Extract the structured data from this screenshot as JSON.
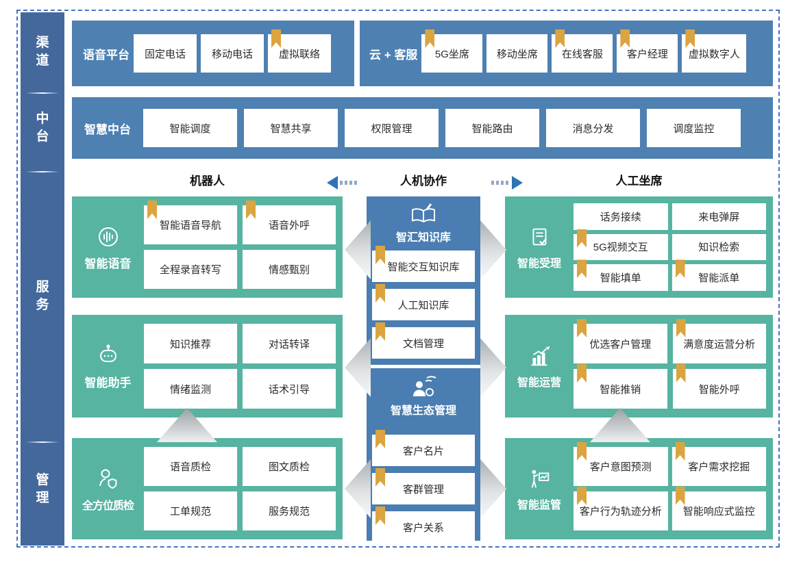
{
  "colors": {
    "sidebar_blue": "#44689C",
    "bar_blue": "#4E80B2",
    "block_blue": "#4A7DB1",
    "teal": "#56B4A1",
    "bookmark_gold": "#DBA440",
    "arrow_blue": "#2E74B5",
    "border_blue": "#4472C4"
  },
  "sidebar": {
    "items": [
      {
        "label": "渠道"
      },
      {
        "label": "中台"
      },
      {
        "label": "服务"
      },
      {
        "label": "管理"
      }
    ]
  },
  "channel_row": {
    "voice_platform": {
      "title": "语音平台",
      "items": [
        {
          "label": "固定电话",
          "flag": false
        },
        {
          "label": "移动电话",
          "flag": false
        },
        {
          "label": "虚拟联络",
          "flag": true
        }
      ]
    },
    "cloud_service": {
      "title": "云 + 客服",
      "items": [
        {
          "label": "5G坐席",
          "flag": true
        },
        {
          "label": "移动坐席",
          "flag": false
        },
        {
          "label": "在线客服",
          "flag": true
        },
        {
          "label": "客户经理",
          "flag": true
        },
        {
          "label": "虚拟数字人",
          "flag": true
        }
      ]
    }
  },
  "midplatform_row": {
    "title": "智慧中台",
    "items": [
      {
        "label": "智能调度"
      },
      {
        "label": "智慧共享"
      },
      {
        "label": "权限管理"
      },
      {
        "label": "智能路由"
      },
      {
        "label": "消息分发"
      },
      {
        "label": "调度监控"
      }
    ]
  },
  "collab_header": {
    "left": "机器人",
    "center": "人机协作",
    "right": "人工坐席"
  },
  "left_blocks": [
    {
      "title": "智能语音",
      "icon": "voice-icon",
      "items": [
        {
          "label": "智能语音导航",
          "flag": true
        },
        {
          "label": "语音外呼",
          "flag": true
        },
        {
          "label": "全程录音转写",
          "flag": false
        },
        {
          "label": "情感甄别",
          "flag": false
        }
      ]
    },
    {
      "title": "智能助手",
      "icon": "robot-icon",
      "items": [
        {
          "label": "知识推荐",
          "flag": false
        },
        {
          "label": "对话转译",
          "flag": false
        },
        {
          "label": "情绪监测",
          "flag": false
        },
        {
          "label": "话术引导",
          "flag": false
        }
      ]
    },
    {
      "title": "全方位质检",
      "icon": "quality-inspector-icon",
      "items": [
        {
          "label": "语音质检",
          "flag": false
        },
        {
          "label": "图文质检",
          "flag": false
        },
        {
          "label": "工单规范",
          "flag": false
        },
        {
          "label": "服务规范",
          "flag": false
        }
      ]
    }
  ],
  "middle_blocks": [
    {
      "title": "智汇知识库",
      "icon": "knowledge-book-icon",
      "items": [
        {
          "label": "智能交互知识库",
          "flag": true
        },
        {
          "label": "人工知识库",
          "flag": true
        },
        {
          "label": "文档管理",
          "flag": true
        }
      ]
    },
    {
      "title": "智慧生态管理",
      "icon": "ecosystem-person-icon",
      "items": [
        {
          "label": "客户名片",
          "flag": true
        },
        {
          "label": "客群管理",
          "flag": true
        },
        {
          "label": "客户关系",
          "flag": true
        }
      ]
    }
  ],
  "right_blocks": [
    {
      "title": "智能受理",
      "icon": "document-check-icon",
      "items": [
        {
          "label": "话务接续",
          "flag": false
        },
        {
          "label": "来电弹屏",
          "flag": false
        },
        {
          "label": "5G视频交互",
          "flag": true
        },
        {
          "label": "知识检索",
          "flag": false
        },
        {
          "label": "智能填单",
          "flag": true
        },
        {
          "label": "智能派单",
          "flag": true
        }
      ]
    },
    {
      "title": "智能运营",
      "icon": "growth-chart-icon",
      "items": [
        {
          "label": "优选客户管理",
          "flag": true
        },
        {
          "label": "满意度运营分析",
          "flag": true
        },
        {
          "label": "智能推销",
          "flag": true
        },
        {
          "label": "智能外呼",
          "flag": true
        }
      ]
    },
    {
      "title": "智能监管",
      "icon": "presenter-icon",
      "items": [
        {
          "label": "客户意图预测",
          "flag": true
        },
        {
          "label": "客户需求挖掘",
          "flag": true
        },
        {
          "label": "客户行为轨迹分析",
          "flag": true
        },
        {
          "label": "智能响应式监控",
          "flag": true
        }
      ]
    }
  ]
}
